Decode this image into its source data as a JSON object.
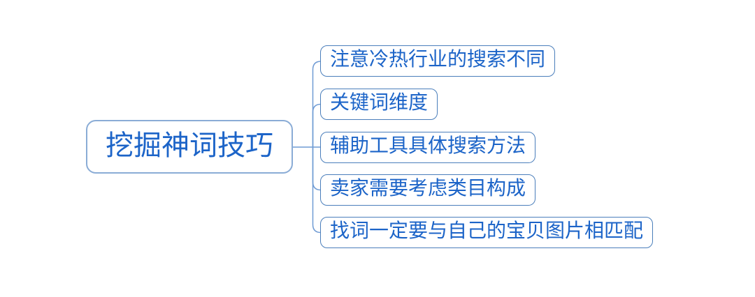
{
  "mindmap": {
    "root": {
      "label": "挖掘神词技巧"
    },
    "children": [
      {
        "label": "注意冷热行业的搜索不同"
      },
      {
        "label": "关键词维度"
      },
      {
        "label": "辅助工具具体搜索方法"
      },
      {
        "label": "卖家需要考虑类目构成"
      },
      {
        "label": "找词一定要与自己的宝贝图片相匹配"
      }
    ],
    "colors": {
      "text": "#1c64c8",
      "root_border": "#8aacd6",
      "child_border": "#4a7ebb",
      "connector": "#6f9bd4",
      "background": "#ffffff"
    }
  }
}
